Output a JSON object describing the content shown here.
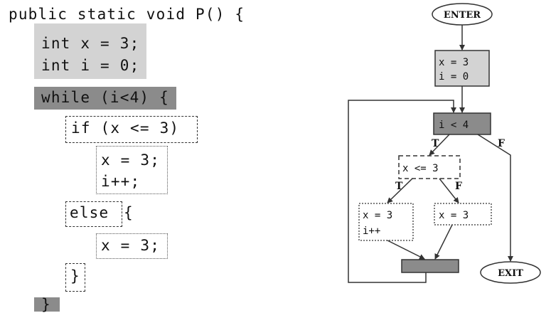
{
  "code": {
    "header": "public static void P() {",
    "decl_x": "int x = 3;",
    "decl_i": "int i = 0;",
    "while_line": "while (i<4) {",
    "if_cond": "if (x <= 3)",
    "then_assign": "x = 3;",
    "then_incr": "i++;",
    "else_kw": "else",
    "else_brace": "{",
    "else_assign": "x = 3;",
    "close_brace_inner": "}",
    "close_brace_outer": "}"
  },
  "cfg": {
    "enter": "ENTER",
    "exit": "EXIT",
    "entry_block_line1": "x = 3",
    "entry_block_line2": "i = 0",
    "loop_cond": "i < 4",
    "if_cond": "x <= 3",
    "then_line1": "x = 3",
    "then_line2": "i++",
    "else_line1": "x = 3",
    "label_loop_true": "T",
    "label_loop_false": "F",
    "label_if_true": "T",
    "label_if_false": "F"
  },
  "colors": {
    "light_block": "#d3d3d3",
    "dark_block": "#8b8b8b",
    "line": "#333333"
  }
}
